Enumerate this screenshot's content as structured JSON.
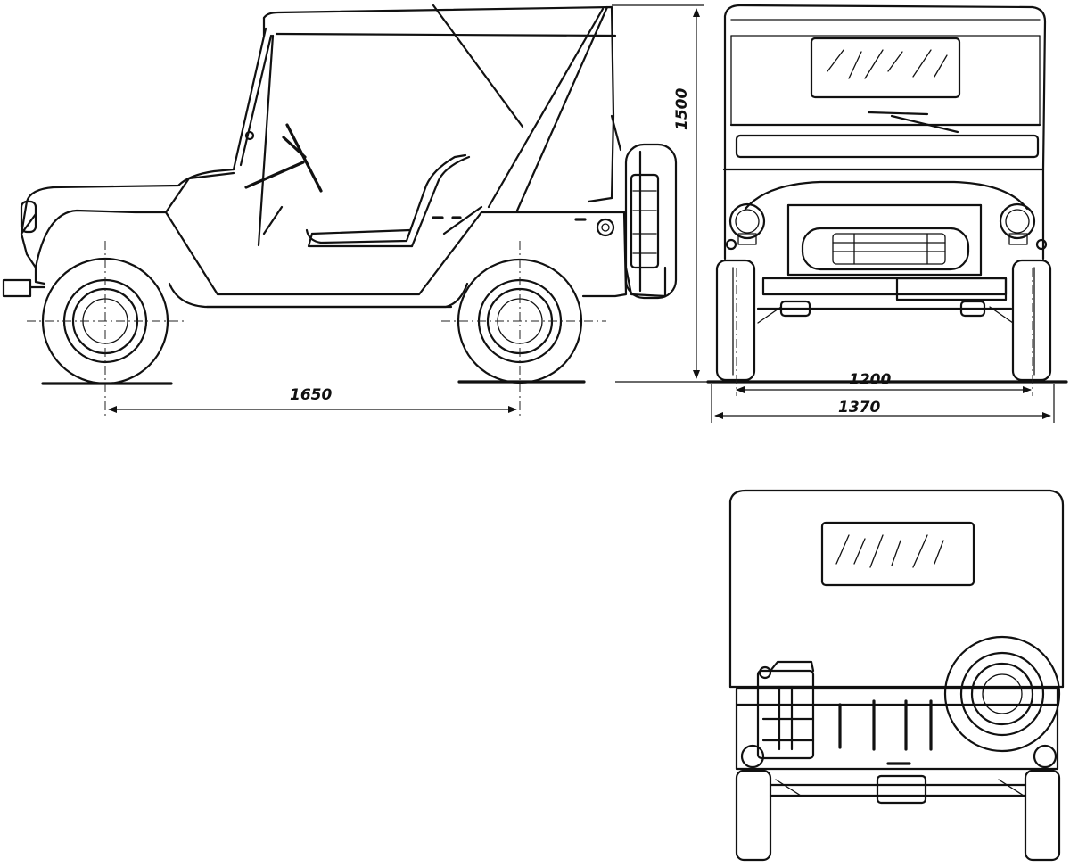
{
  "dimensions": {
    "wheelbase": "1650",
    "height": "1500",
    "track": "1200",
    "overall_width": "1370"
  },
  "views": [
    "side-view",
    "front-view",
    "rear-view"
  ],
  "ink_color": "#111111",
  "paper_color": "#ffffff"
}
